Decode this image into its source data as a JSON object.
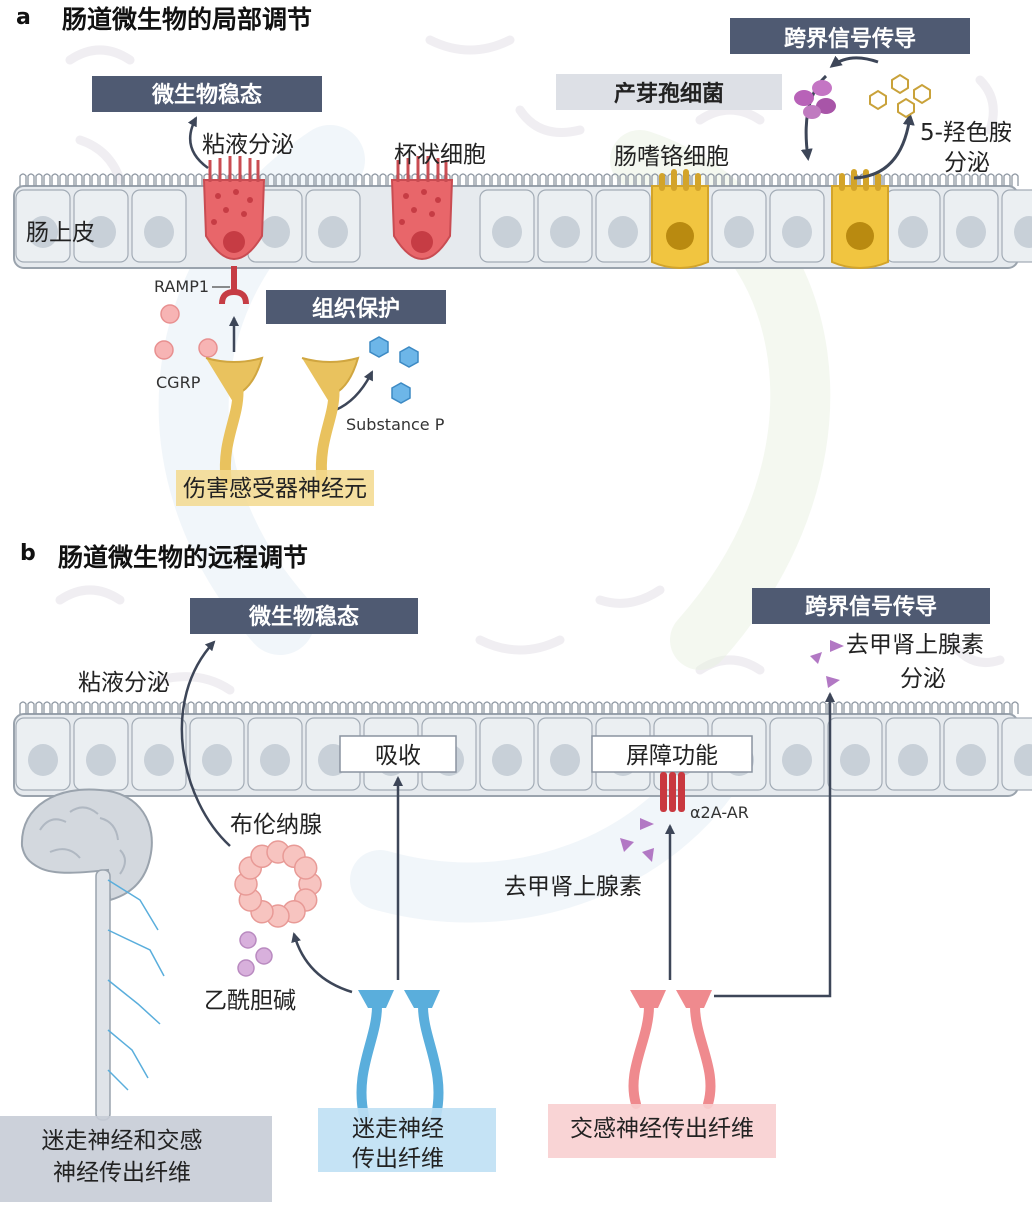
{
  "panel_a": {
    "letter": "a",
    "title": "肠道微生物的局部调节",
    "tags": {
      "microbe_homeostasis": "微生物稳态",
      "cross_signal": "跨界信号传导",
      "spore_bacteria": "产芽孢细菌",
      "tissue_protection": "组织保护"
    },
    "labels": {
      "mucus": "粘液分泌",
      "goblet": "杯状细胞",
      "enterochromaffin": "肠嗜铬细胞",
      "serotonin_1": "5-羟色胺",
      "serotonin_2": "分泌",
      "epithelium": "肠上皮",
      "ramp1": "RAMP1",
      "cgrp": "CGRP",
      "substance_p": "Substance P",
      "nociceptor": "伤害感受器神经元"
    }
  },
  "panel_b": {
    "letter": "b",
    "title": "肠道微生物的远程调节",
    "tags": {
      "microbe_homeostasis": "微生物稳态",
      "cross_signal": "跨界信号传导"
    },
    "labels": {
      "noradrenaline_1": "去甲肾上腺素",
      "noradrenaline_2": "分泌",
      "mucus": "粘液分泌",
      "absorption": "吸收",
      "barrier": "屏障功能",
      "alpha2a": "α2A-AR",
      "brunner": "布伦纳腺",
      "noradrenaline": "去甲肾上腺素",
      "acetylcholine": "乙酰胆碱",
      "vagus_sympathetic_1": "迷走神经和交感",
      "vagus_sympathetic_2": "神经传出纤维",
      "vagus_efferent_1": "迷走神经",
      "vagus_efferent_2": "传出纤维",
      "sympathetic_efferent": "交感神经传出纤维"
    }
  },
  "colors": {
    "tag_dark": "#4f5a72",
    "tag_light": "#dde0e6",
    "goblet": "#e56a6e",
    "enterochromaffin": "#efc33e",
    "nociceptor": "#e9c25e",
    "vagus": "#5aaedc",
    "sympathetic": "#ef8a8e",
    "epithelium": "#e8ecef"
  }
}
